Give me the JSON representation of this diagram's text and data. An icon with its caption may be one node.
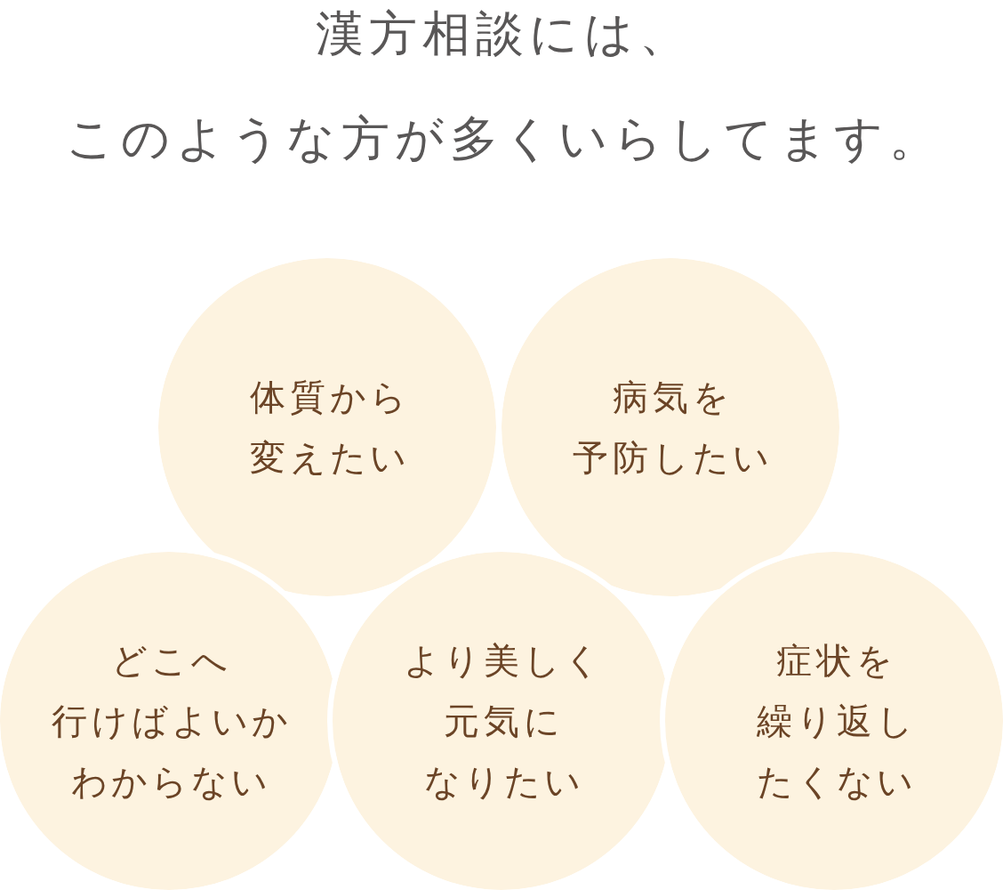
{
  "diagram": {
    "title": "漢方相談には、このような方が多くいらしてます。",
    "nodes": [
      {
        "text": [
          "体質から変えたい"
        ]
      },
      {
        "text": [
          "病気を予防したい"
        ]
      },
      {
        "text": [
          "どこへ行けばよいかわからない"
        ]
      },
      {
        "text": [
          "より美しく元気になりたい"
        ]
      },
      {
        "text": [
          "症状を繰り返したくない"
        ]
      }
    ]
  }
}
